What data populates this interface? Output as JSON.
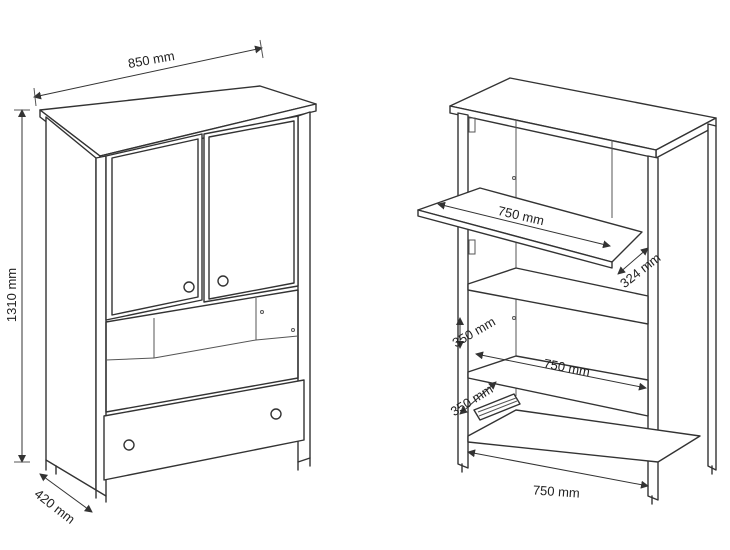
{
  "left_view": {
    "width_label": "850 mm",
    "height_label": "1310 mm",
    "depth_label": "420 mm"
  },
  "right_view": {
    "shelf_top_width_label": "750 mm",
    "shelf_top_depth_label": "324 mm",
    "gap_upper_label": "350 mm",
    "shelf_mid_width_label": "750 mm",
    "gap_lower_label": "350 mm",
    "bottom_width_label": "750 mm"
  }
}
